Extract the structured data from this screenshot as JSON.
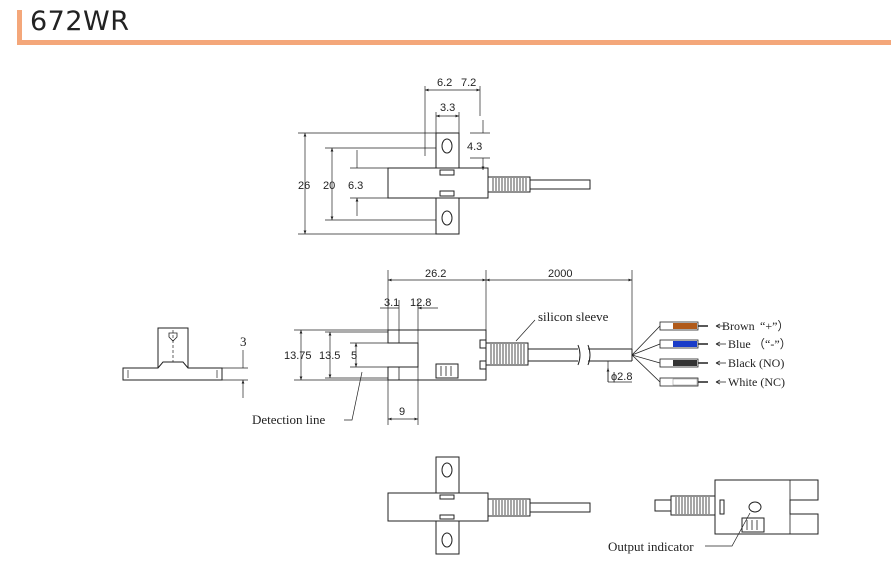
{
  "title": "672WR",
  "colors": {
    "accent": "#f4a77a",
    "wire_brown": "#b05a1a",
    "wire_blue": "#1a3cc8",
    "wire_black": "#222222",
    "wire_white": "#ffffff"
  },
  "top_view": {
    "dims": [
      "6.2",
      "7.2",
      "3.3",
      "4.3",
      "26",
      "20",
      "6.3"
    ]
  },
  "side_view": {
    "dims": [
      "26.2",
      "2000",
      "3.1",
      "12.8",
      "13.75",
      "13.5",
      "5",
      "9",
      "3",
      "ϕ2.8"
    ],
    "silicon_sleeve": "silicon sleeve",
    "detection_line": "Detection line"
  },
  "wires": [
    {
      "label": "Brown",
      "note": "“+”）"
    },
    {
      "label": "Blue",
      "note": "（“-”）"
    },
    {
      "label": "Black (NO)",
      "note": ""
    },
    {
      "label": "White (NC)",
      "note": ""
    }
  ],
  "bottom_view": {
    "output_indicator": "Output indicator"
  }
}
